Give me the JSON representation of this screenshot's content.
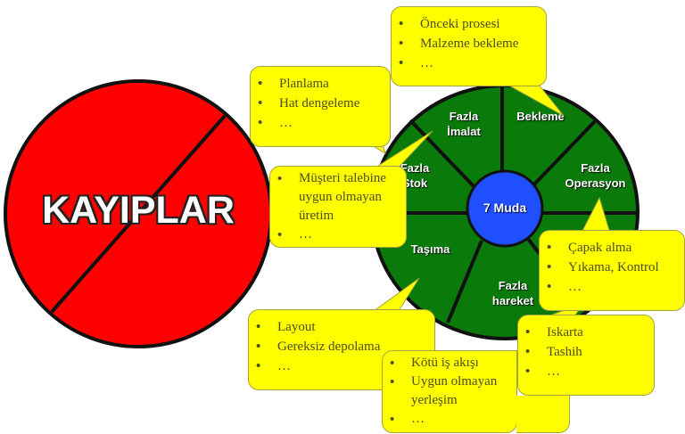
{
  "main_label": "KAYIPLAR",
  "center_label": "7 Muda",
  "segments": {
    "fazla_imalat": "Fazla\nİmalat",
    "bekleme": "Bekleme",
    "fazla_operasyon": "Fazla\nOperasyon",
    "fazla_stok": "Fazla\nStok",
    "tasima": "Taşıma",
    "fazla_hareket": "Fazla\nhareket"
  },
  "callouts": {
    "bekleme": [
      "Önceki prosesi",
      "Malzeme bekleme",
      "…"
    ],
    "planlama": [
      "Planlama",
      "Hat dengeleme",
      "…"
    ],
    "fazla_imalat": [
      "Müşteri talebine uygun olmayan üretim",
      "…"
    ],
    "fazla_operasyon": [
      "Çapak alma",
      "Yıkama, Kontrol",
      "…"
    ],
    "tasima": [
      "Layout",
      "Gereksiz depolama",
      "…"
    ],
    "hareket": [
      "Kötü iş akışı",
      "Uygun olmayan yerleşim",
      "…"
    ],
    "hata": [
      "Iskarta",
      "Tashih",
      "…"
    ]
  },
  "colors": {
    "red": "#ff0000",
    "green": "#0a7a0a",
    "blue": "#1f4fff",
    "yellow": "#ffff00"
  }
}
